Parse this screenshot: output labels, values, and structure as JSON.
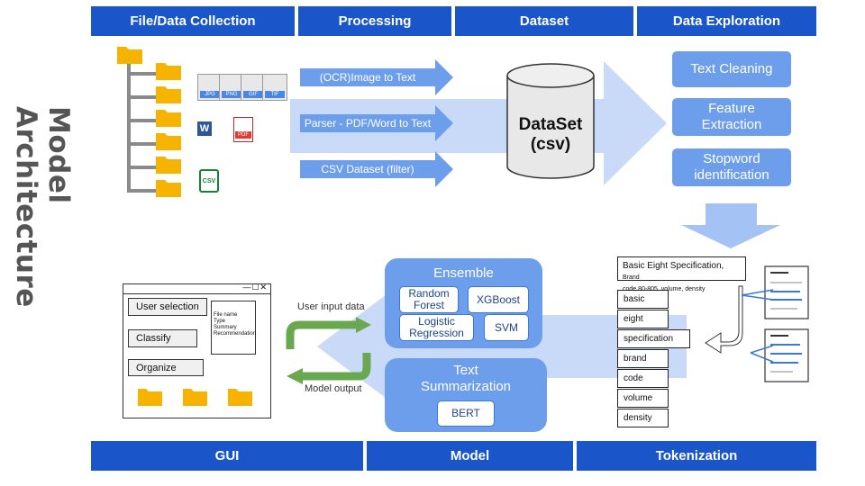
{
  "side_title": "Model Architecture",
  "headers": {
    "file_collection": "File/Data Collection",
    "processing": "Processing",
    "dataset": "Dataset",
    "exploration": "Data Exploration",
    "gui": "GUI",
    "model": "Model",
    "tokenization": "Tokenization"
  },
  "file_types": [
    "JPG",
    "PNG",
    "GIF",
    "TIF"
  ],
  "file_icons": {
    "pdf": "PDF",
    "csv": "CSV",
    "word": "W"
  },
  "processing_steps": [
    "(OCR)Image to Text",
    "Parser - PDF/Word to Text",
    "CSV Dataset (filter)"
  ],
  "dataset": {
    "line1": "DataSet",
    "line2": "(csv)"
  },
  "exploration_steps": [
    "Text Cleaning",
    "Feature\nExtraction",
    "Stopword\nidentification"
  ],
  "tokenization": {
    "spec_title": "Basic Eight Specification,",
    "spec_brand": "Brand",
    "spec_detail": "code 80-805, volume, density",
    "tokens": [
      "basic",
      "eight",
      "specification",
      "brand",
      "code",
      "volume",
      "density"
    ]
  },
  "model": {
    "ensemble_title": "Ensemble",
    "ensemble_items": [
      "Random\nForest",
      "XGBoost",
      "Logistic\nRegression",
      "SVM"
    ],
    "summ_title": "Text\nSummarization",
    "summ_item": "BERT",
    "input_label": "User input data",
    "output_label": "Model output"
  },
  "gui": {
    "window_controls": "—☐✕",
    "buttons": [
      "User selection",
      "Classify",
      "Organize"
    ],
    "doc_lines": [
      "File name",
      "Type",
      "Summary",
      "Recommendation"
    ]
  },
  "colors": {
    "header": "#1a56c9",
    "panel": "#6d9eeb",
    "light_arrow": "#c9daf8",
    "green_arrow": "#6aa84f",
    "folder": "#f6b400"
  }
}
